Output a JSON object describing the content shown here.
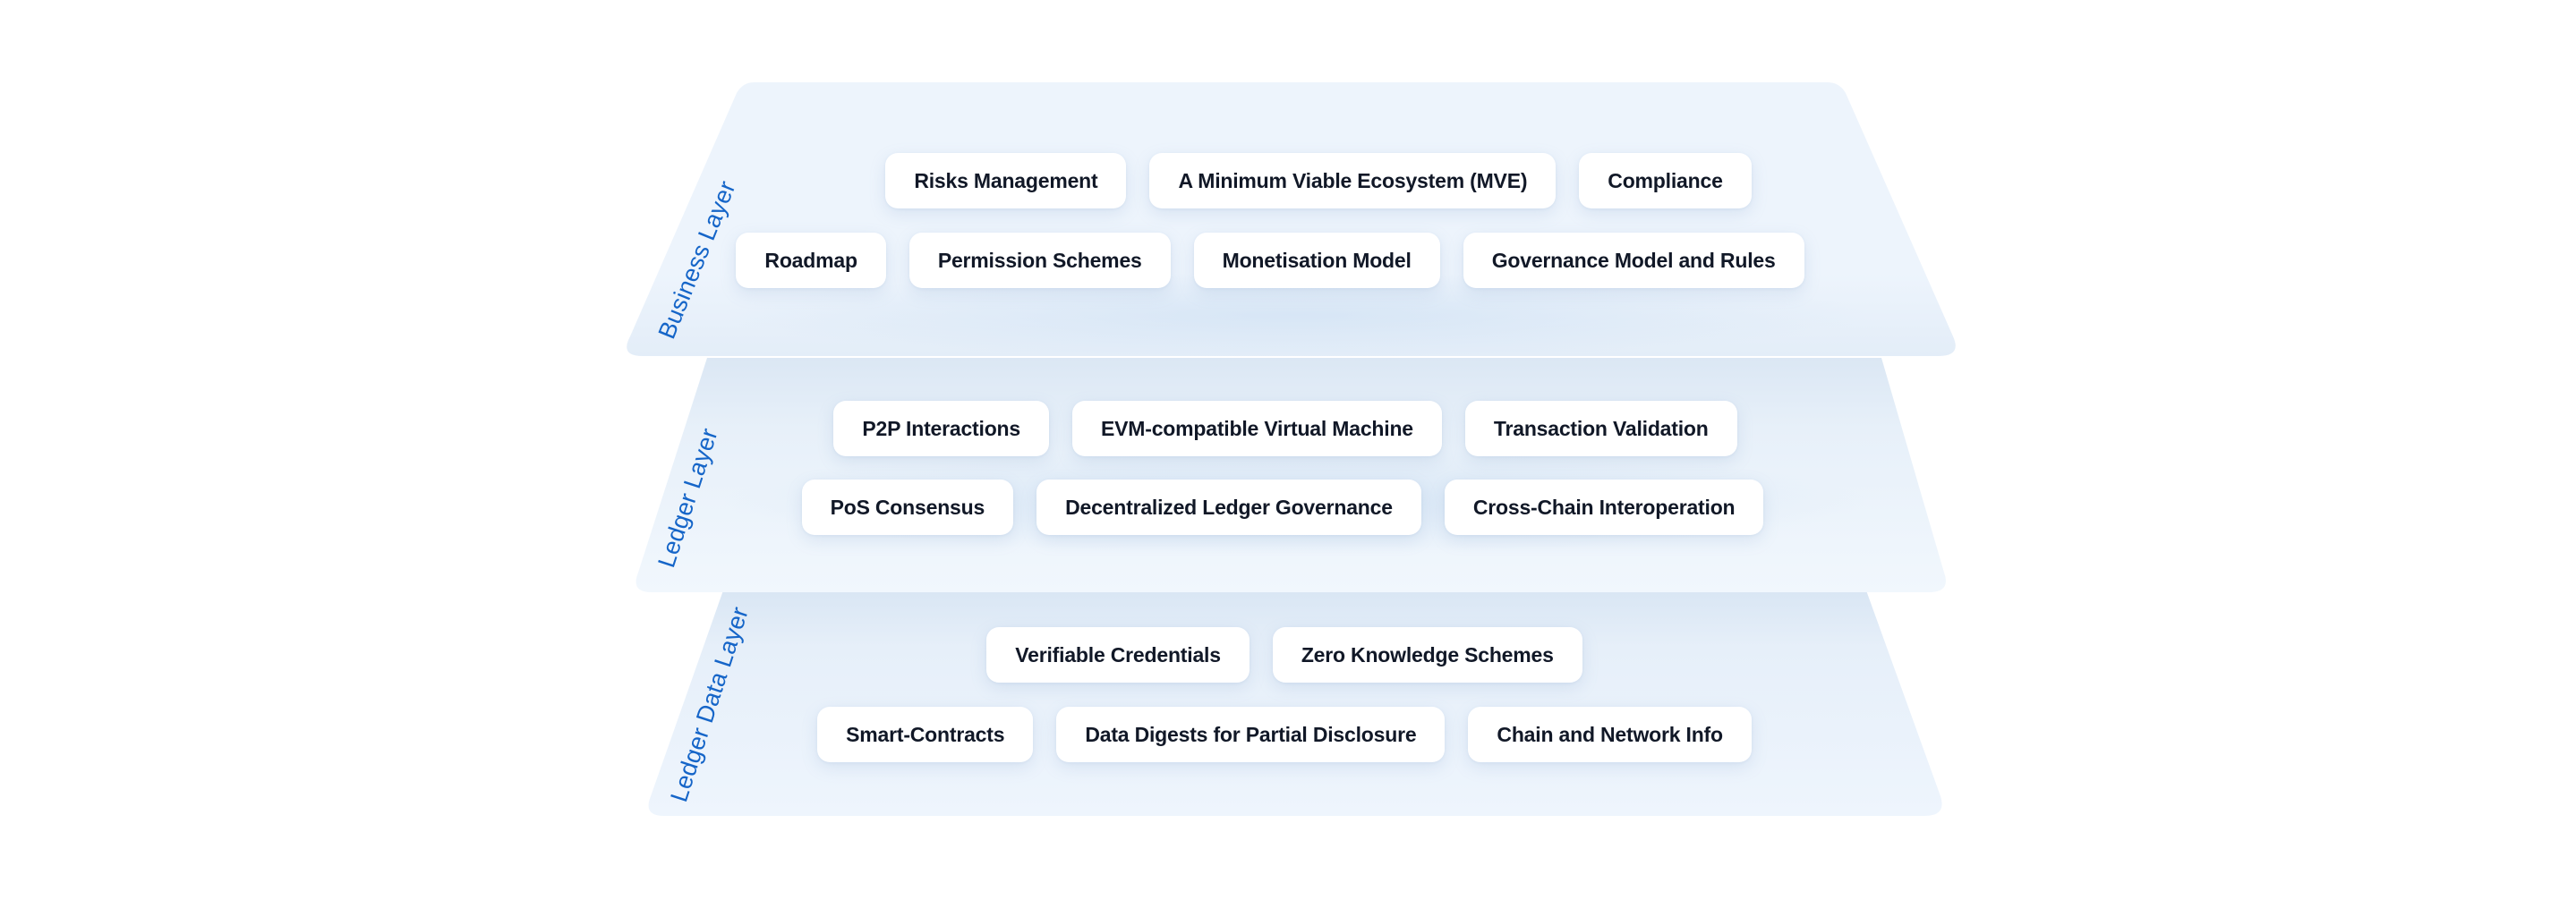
{
  "colors": {
    "accent": "#1565c8",
    "layer_fill": "#edf4fc",
    "pill_bg": "#ffffff",
    "pill_text": "#111827"
  },
  "layers": [
    {
      "label": "Business Layer",
      "rows": [
        [
          "Risks Management",
          "A Minimum Viable Ecosystem (MVE)",
          "Compliance"
        ],
        [
          "Roadmap",
          "Permission Schemes",
          "Monetisation Model",
          "Governance Model and Rules"
        ]
      ]
    },
    {
      "label": "Ledger Layer",
      "rows": [
        [
          "P2P Interactions",
          "EVM-compatible Virtual Machine",
          "Transaction Validation"
        ],
        [
          "PoS Consensus",
          "Decentralized Ledger Governance",
          "Cross-Chain Interoperation"
        ]
      ]
    },
    {
      "label": "Ledger Data Layer",
      "rows": [
        [
          "Verifiable Credentials",
          "Zero Knowledge Schemes"
        ],
        [
          "Smart-Contracts",
          "Data Digests for Partial Disclosure",
          "Chain and Network Info"
        ]
      ]
    }
  ]
}
